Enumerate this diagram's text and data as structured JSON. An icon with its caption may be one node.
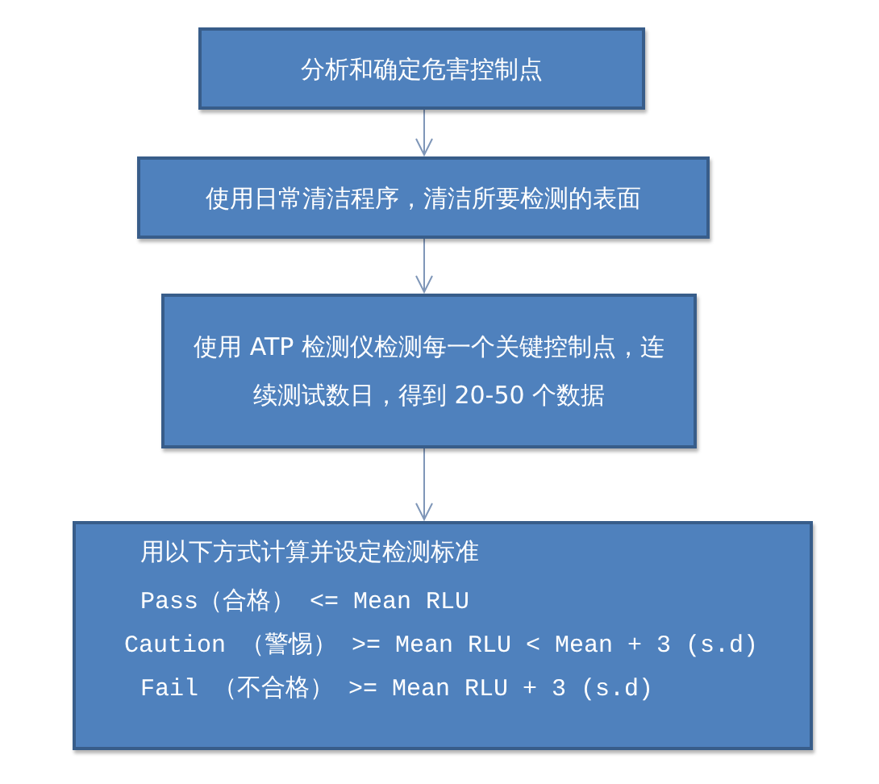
{
  "diagram": {
    "nodes": [
      {
        "text": [
          "分析和确定危害控制点"
        ]
      },
      {
        "text": [
          "使用日常清洁程序，清洁所要检测的表面"
        ]
      },
      {
        "text": [
          "使用 ATP 检测仪检测每一个关键控制点，连续测试数日，得到 20-50 个数据"
        ]
      },
      {
        "text": [
          "用以下方式计算并设定检测标准",
          "Pass（合格） <= Mean RLU",
          "Caution （警惕） >= Mean RLU < Mean + 3 (s.d)",
          "Fail （不合格） >= Mean RLU + 3 (s.d)"
        ]
      }
    ],
    "edges": [
      {
        "from": 0,
        "to": 1,
        "arrow": "to"
      },
      {
        "from": 1,
        "to": 2,
        "arrow": "to"
      },
      {
        "from": 2,
        "to": 3,
        "arrow": "to"
      }
    ]
  }
}
